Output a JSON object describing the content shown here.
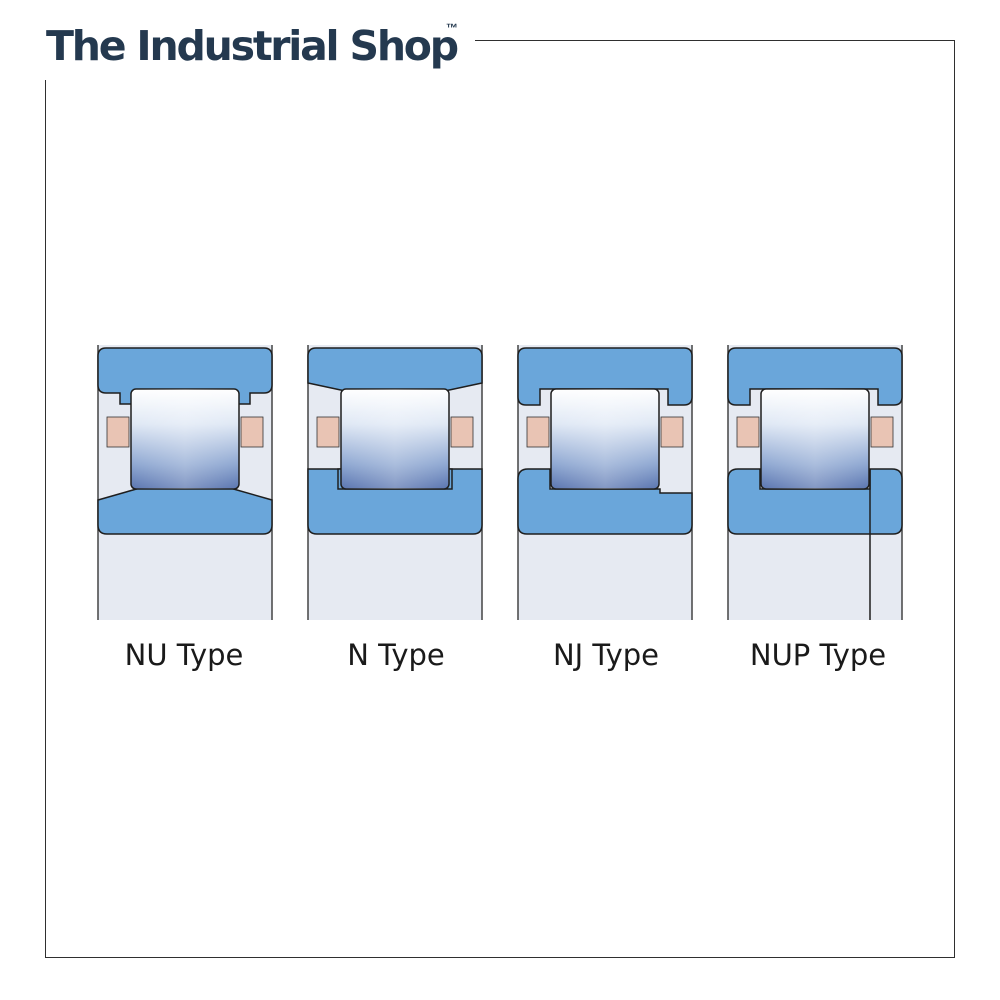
{
  "brand": {
    "name": "The Industrial Shop",
    "trademark": "™"
  },
  "bearings": [
    {
      "type": "NU",
      "label": "NU Type"
    },
    {
      "type": "N",
      "label": "N Type"
    },
    {
      "type": "NJ",
      "label": "NJ Type"
    },
    {
      "type": "NUP",
      "label": "NUP Type"
    }
  ],
  "colors": {
    "ring": "#6aa6da",
    "bore": "#e6eaf2",
    "cage": "#e9c4b4",
    "outline": "#1e1e1e",
    "brand": "#24394f"
  }
}
